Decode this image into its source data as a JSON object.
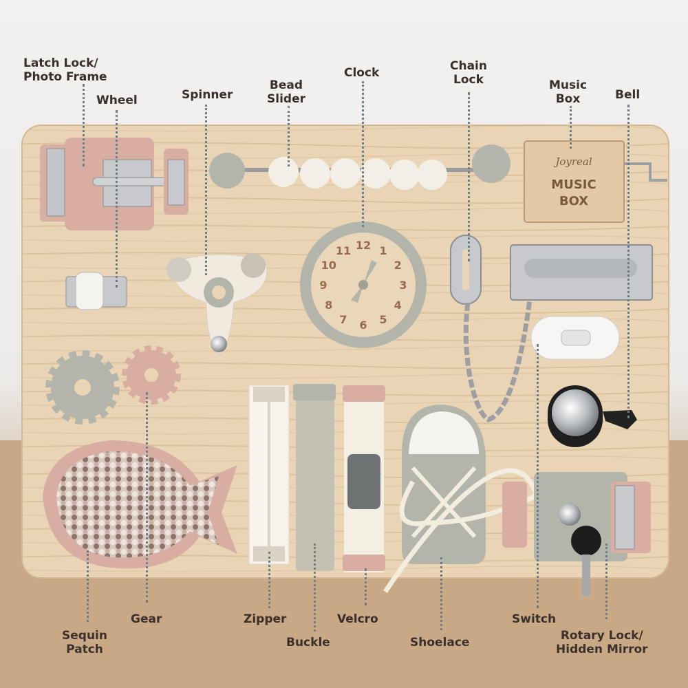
{
  "labels": {
    "latch_lock": "Latch Lock/\nPhoto Frame",
    "wheel": "Wheel",
    "spinner": "Spinner",
    "bead_slider": "Bead\nSlider",
    "clock": "Clock",
    "chain_lock": "Chain\nLock",
    "music_box": "Music\nBox",
    "bell": "Bell",
    "sequin_patch": "Sequin\nPatch",
    "gear": "Gear",
    "zipper": "Zipper",
    "buckle": "Buckle",
    "velcro": "Velcro",
    "shoelace": "Shoelace",
    "switch": "Switch",
    "rotary_lock": "Rotary Lock/\nHidden Mirror"
  },
  "clock_numbers": [
    "12",
    "1",
    "2",
    "3",
    "4",
    "5",
    "6",
    "7",
    "8",
    "9",
    "10",
    "11"
  ],
  "music_box_logo": "Joyreal",
  "music_box_text": [
    "MUSIC",
    "BOX"
  ],
  "colors": {
    "board": "#e8d3b3",
    "pink": "#d4aba0",
    "sage": "#b3b5aa",
    "label": "#3a2f2a",
    "leader": "#6d7d86"
  }
}
